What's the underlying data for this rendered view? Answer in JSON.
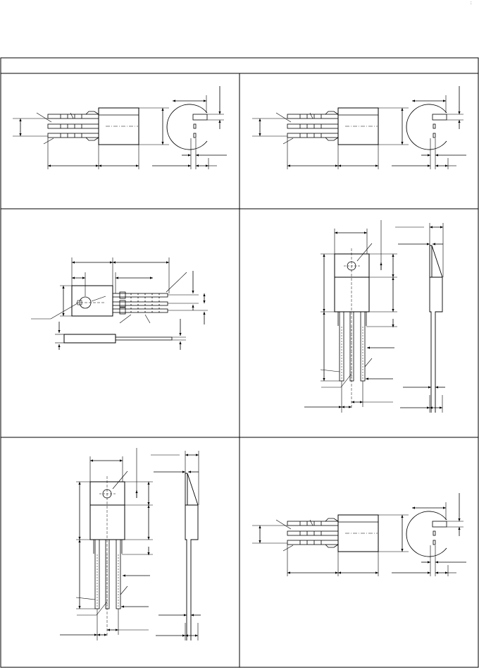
{
  "page": {
    "corner_mark": ":"
  },
  "figure": {
    "description_labels": [],
    "panels": [
      {
        "id": "top-left",
        "view": "lead-forming-front"
      },
      {
        "id": "top-right",
        "view": "lead-forming-front"
      },
      {
        "id": "middle-left",
        "view": "horizontal-mount"
      },
      {
        "id": "middle-right",
        "view": "vertical-mount-with-side"
      },
      {
        "id": "bottom-left",
        "view": "vertical-mount-with-side"
      },
      {
        "id": "bottom-right",
        "view": "lead-forming-front"
      }
    ]
  },
  "colors": {
    "line": "#000000",
    "background": "#ffffff"
  }
}
